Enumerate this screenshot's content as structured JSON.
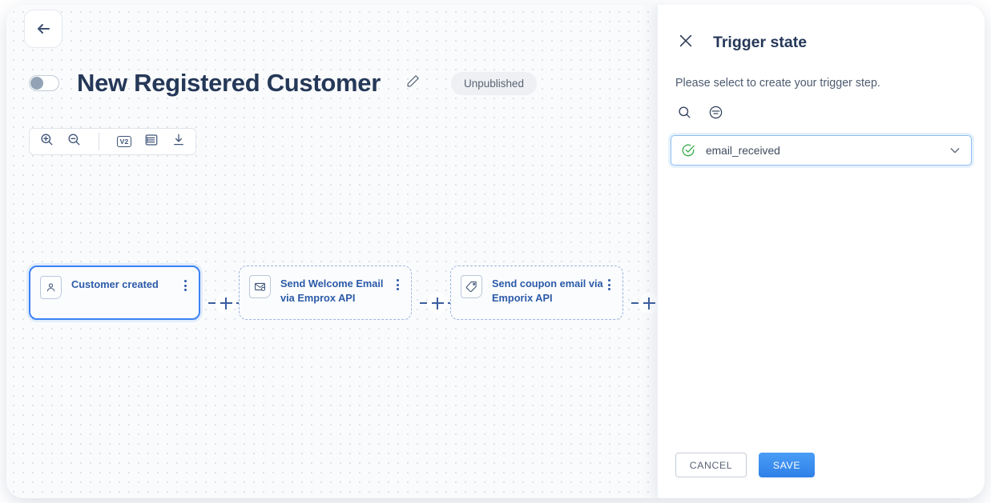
{
  "canvas": {
    "back_icon": "arrow-left-icon",
    "toggle_state": "off",
    "workflow_title": "New Registered Customer",
    "edit_icon": "pencil-icon",
    "status_badge": "Unpublished",
    "toolbar": {
      "zoom_in_icon": "zoom-in-icon",
      "zoom_out_icon": "zoom-out-icon",
      "version_badge": "V2",
      "list_icon": "list-icon",
      "download_icon": "download-icon"
    },
    "nodes": [
      {
        "label": "Customer created",
        "icon": "user-icon",
        "state": "selected"
      },
      {
        "label": "Send Welcome Email via Emprox API",
        "icon": "envelope-icon",
        "state": "dashed"
      },
      {
        "label": "Send coupon email via Emporix API",
        "icon": "tag-icon",
        "state": "dashed"
      }
    ],
    "add_step_icon": "plus-icon"
  },
  "panel": {
    "close_icon": "close-icon",
    "title": "Trigger state",
    "description": "Please select to create your trigger step.",
    "search_icon": "search-icon",
    "filter_icon": "filter-icon",
    "select": {
      "status_icon": "check-circle-icon",
      "value": "email_received",
      "chevron_icon": "chevron-down-icon"
    },
    "cancel_label": "CANCEL",
    "save_label": "SAVE"
  },
  "colors": {
    "accent_blue": "#2f80e8",
    "node_blue": "#2b5aa8",
    "title_navy": "#253858",
    "success_green": "#3fae50"
  }
}
